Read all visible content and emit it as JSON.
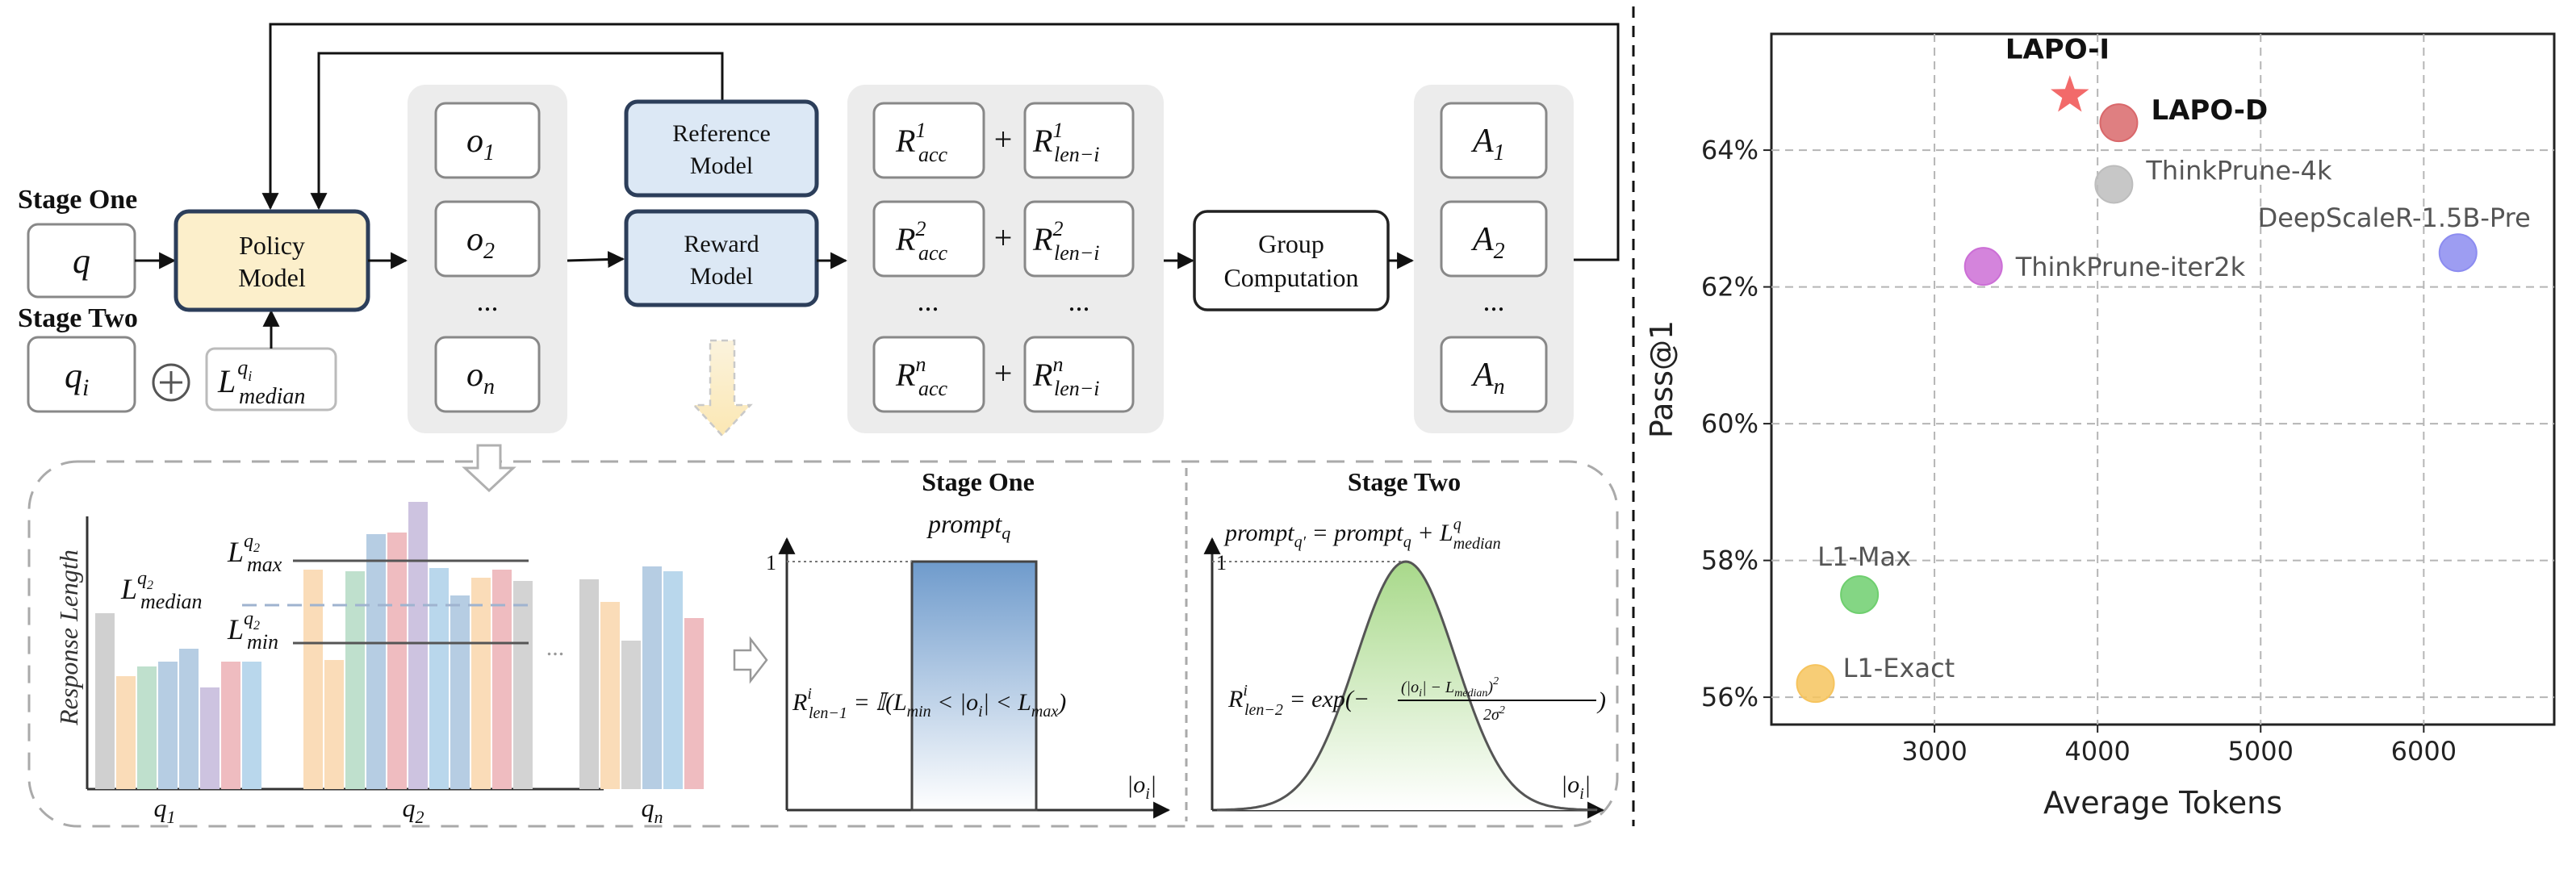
{
  "pipeline": {
    "stage_one_label": "Stage One",
    "stage_two_label": "Stage Two",
    "q": "q",
    "q_i": "q",
    "q_i_sub": "i",
    "plus": "⊕",
    "median_L": "L",
    "median_sup": "q",
    "median_sup_sub": "i",
    "median_sub": "median",
    "policy_model": [
      "Policy",
      "Model"
    ],
    "reference_model": [
      "Reference",
      "Model"
    ],
    "reward_model": [
      "Reward",
      "Model"
    ],
    "group_computation": [
      "Group",
      "Computation"
    ],
    "outputs": [
      "o1",
      "o2",
      "...",
      "on"
    ],
    "output_base": "o",
    "output_subs": [
      "1",
      "2",
      "n"
    ],
    "ellipsis": "...",
    "reward_rows": [
      {
        "acc_sup": "1",
        "len_sup": "1"
      },
      {
        "acc_sup": "2",
        "len_sup": "2"
      },
      {
        "acc_sup": "n",
        "len_sup": "n"
      }
    ],
    "R": "R",
    "acc_sub": "acc",
    "len_sub": "len−i",
    "plus_sign": "+",
    "advantages_base": "A",
    "advantages_subs": [
      "1",
      "2",
      "n"
    ]
  },
  "length_panel": {
    "ylabel": "Response Length",
    "groups": [
      "q1",
      "q2",
      "qn"
    ],
    "group_base": "q",
    "group_subs": [
      "1",
      "2",
      "n"
    ],
    "L": "L",
    "max_sub": "max",
    "median_sub": "median",
    "min_sub": "min",
    "sup": "q",
    "sup_sub": "2",
    "dots": "...",
    "bar_colors": [
      "#d0d0d0",
      "#fadcb8",
      "#bfe0cd",
      "#b6cde3",
      "#cdc3e0",
      "#efbcc0",
      "#b9d7ec",
      "#d3d3d3"
    ]
  },
  "stage_one_panel": {
    "title": "Stage One",
    "prompt": "prompt",
    "prompt_sub": "q",
    "y_one": "1",
    "xlabel": "|o",
    "xlabel_sub": "i",
    "formula_R": "R",
    "formula_sup": "i",
    "formula_sub": "len−1",
    "formula_body": " = 𝕀(L",
    "formula_min": "min",
    "formula_mid": " < |o",
    "formula_mid_sub": "i",
    "formula_mid2": "| < L",
    "formula_max": "max",
    "formula_end": ")"
  },
  "stage_two_panel": {
    "title": "Stage Two",
    "prompt_left": "prompt",
    "prompt_left_sub": "q′",
    "prompt_eq": " = prompt",
    "prompt_eq_sub": "q",
    "prompt_plus": " + L",
    "prompt_L_sup": "q",
    "prompt_L_sub": "median",
    "y_one": "1",
    "xlabel": "|o",
    "xlabel_sub": "i",
    "formula_R": "R",
    "formula_sup": "i",
    "formula_sub": "len−2",
    "formula_body": " = exp(−",
    "formula_num": "(|o",
    "formula_num_sub": "i",
    "formula_num2": "| − L",
    "formula_num_sub2": "median",
    "formula_num3": ")",
    "formula_num_sup": "2",
    "formula_den": "2σ",
    "formula_den_sup": "2",
    "formula_end": ")"
  },
  "chart_data": {
    "type": "scatter",
    "xlabel": "Average Tokens",
    "ylabel": "Pass@1",
    "xlim": [
      2000,
      6800
    ],
    "ylim": [
      55.6,
      65.7
    ],
    "xticks": [
      3000,
      4000,
      5000,
      6000
    ],
    "yticks": [
      56,
      58,
      60,
      62,
      64
    ],
    "ytick_labels": [
      "56%",
      "58%",
      "60%",
      "62%",
      "64%"
    ],
    "grid": true,
    "points": [
      {
        "label": "LAPO-I",
        "x": 3830,
        "y": 64.8,
        "color": "#f26a6a",
        "marker": "star",
        "bold": true
      },
      {
        "label": "LAPO-D",
        "x": 4130,
        "y": 64.4,
        "color": "#d9686b",
        "marker": "circle",
        "bold": true
      },
      {
        "label": "ThinkPrune-4k",
        "x": 4100,
        "y": 63.5,
        "color": "#bdbdbd",
        "marker": "circle",
        "bold": false
      },
      {
        "label": "DeepScaleR-1.5B-Pre",
        "x": 6210,
        "y": 62.5,
        "color": "#8c8cf0",
        "marker": "circle",
        "bold": false
      },
      {
        "label": "ThinkPrune-iter2k",
        "x": 3300,
        "y": 62.3,
        "color": "#cc6fd6",
        "marker": "circle",
        "bold": false
      },
      {
        "label": "L1-Max",
        "x": 2540,
        "y": 57.5,
        "color": "#6fcf6f",
        "marker": "circle",
        "bold": false
      },
      {
        "label": "L1-Exact",
        "x": 2270,
        "y": 56.2,
        "color": "#f6c45e",
        "marker": "circle",
        "bold": false
      }
    ]
  }
}
